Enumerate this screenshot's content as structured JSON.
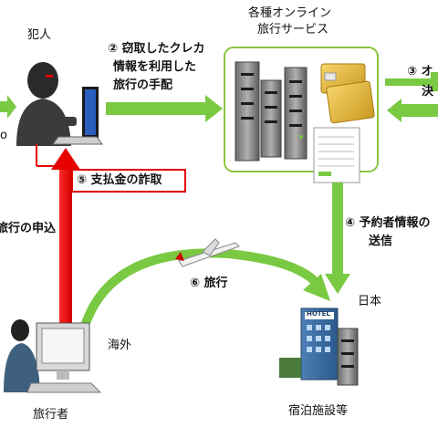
{
  "labels": {
    "criminal": "犯人",
    "step2_line1": "② 窃取したクレカ",
    "step2_line2": "情報を利用した",
    "step2_line3": "旅行の手配",
    "services_line1": "各種オンライン",
    "services_line2": "旅行サービス",
    "step3_line1": "③ オ",
    "step3_line2": "決",
    "left_edge_char": "o",
    "step5": "⑤ 支払金の詐取",
    "step1_partial": "旅行の申込",
    "step4_line1": "④ 予約者情報の",
    "step4_line2": "送信",
    "step6": "⑥ 旅行",
    "japan": "日本",
    "overseas": "海外",
    "traveler": "旅行者",
    "facilities": "宿泊施設等",
    "hotel_sign": "HOTEL"
  },
  "colors": {
    "green_arrow": "#7ac943",
    "red_arrow": "#e60000",
    "services_border": "#8cc63f"
  }
}
